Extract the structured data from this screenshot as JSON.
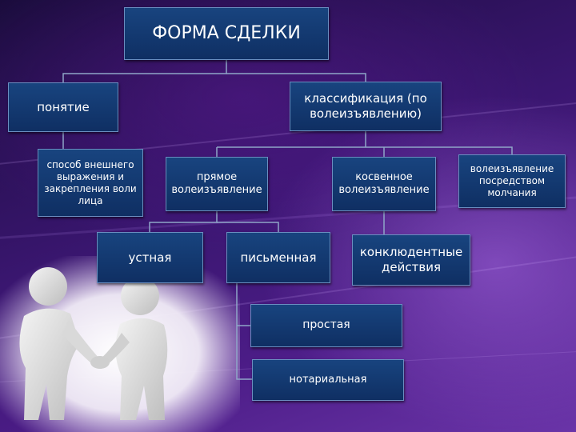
{
  "title": "ФОРМА СДЕЛКИ",
  "nodes": {
    "concept": "понятие",
    "classification": "классификация (по волеизъявлению)",
    "method": "способ внешнего выражения и закрепления воли лица",
    "direct": "прямое волеизъявление",
    "indirect": "косвенное волеизъявление",
    "silence": "волеизъявление посредством молчания",
    "oral": "устная",
    "written": "письменная",
    "conclusive": "конклюдентные действия",
    "simple": "простая",
    "notarial": "нотариальная"
  },
  "colors": {
    "box_fill": "#143b74",
    "box_border": "#6a8ec0",
    "connector": "#8fa6c8",
    "background": "#3a1670",
    "text": "#ffffff"
  }
}
